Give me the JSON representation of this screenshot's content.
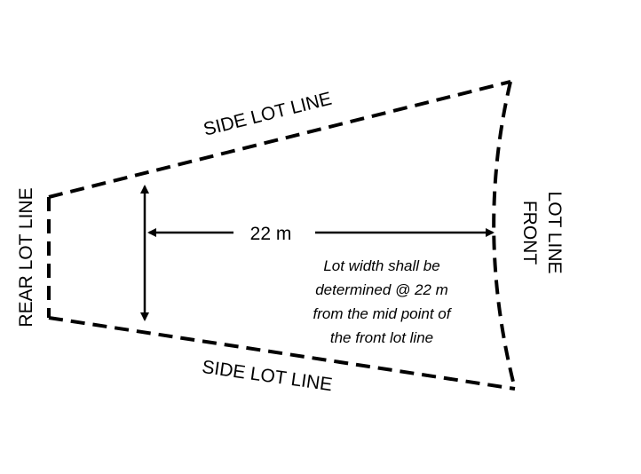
{
  "labels": {
    "side_top": "SIDE LOT LINE",
    "side_bottom": "SIDE LOT LINE",
    "rear": "REAR LOT LINE",
    "front_line1": "FRONT",
    "front_line2": "LOT LINE",
    "distance": "22 m"
  },
  "note": {
    "lines": [
      "Lot width shall be",
      "determined @ 22 m",
      "from the mid point of",
      "the front lot line"
    ]
  },
  "colors": {
    "line": "#000000",
    "background": "#ffffff"
  }
}
